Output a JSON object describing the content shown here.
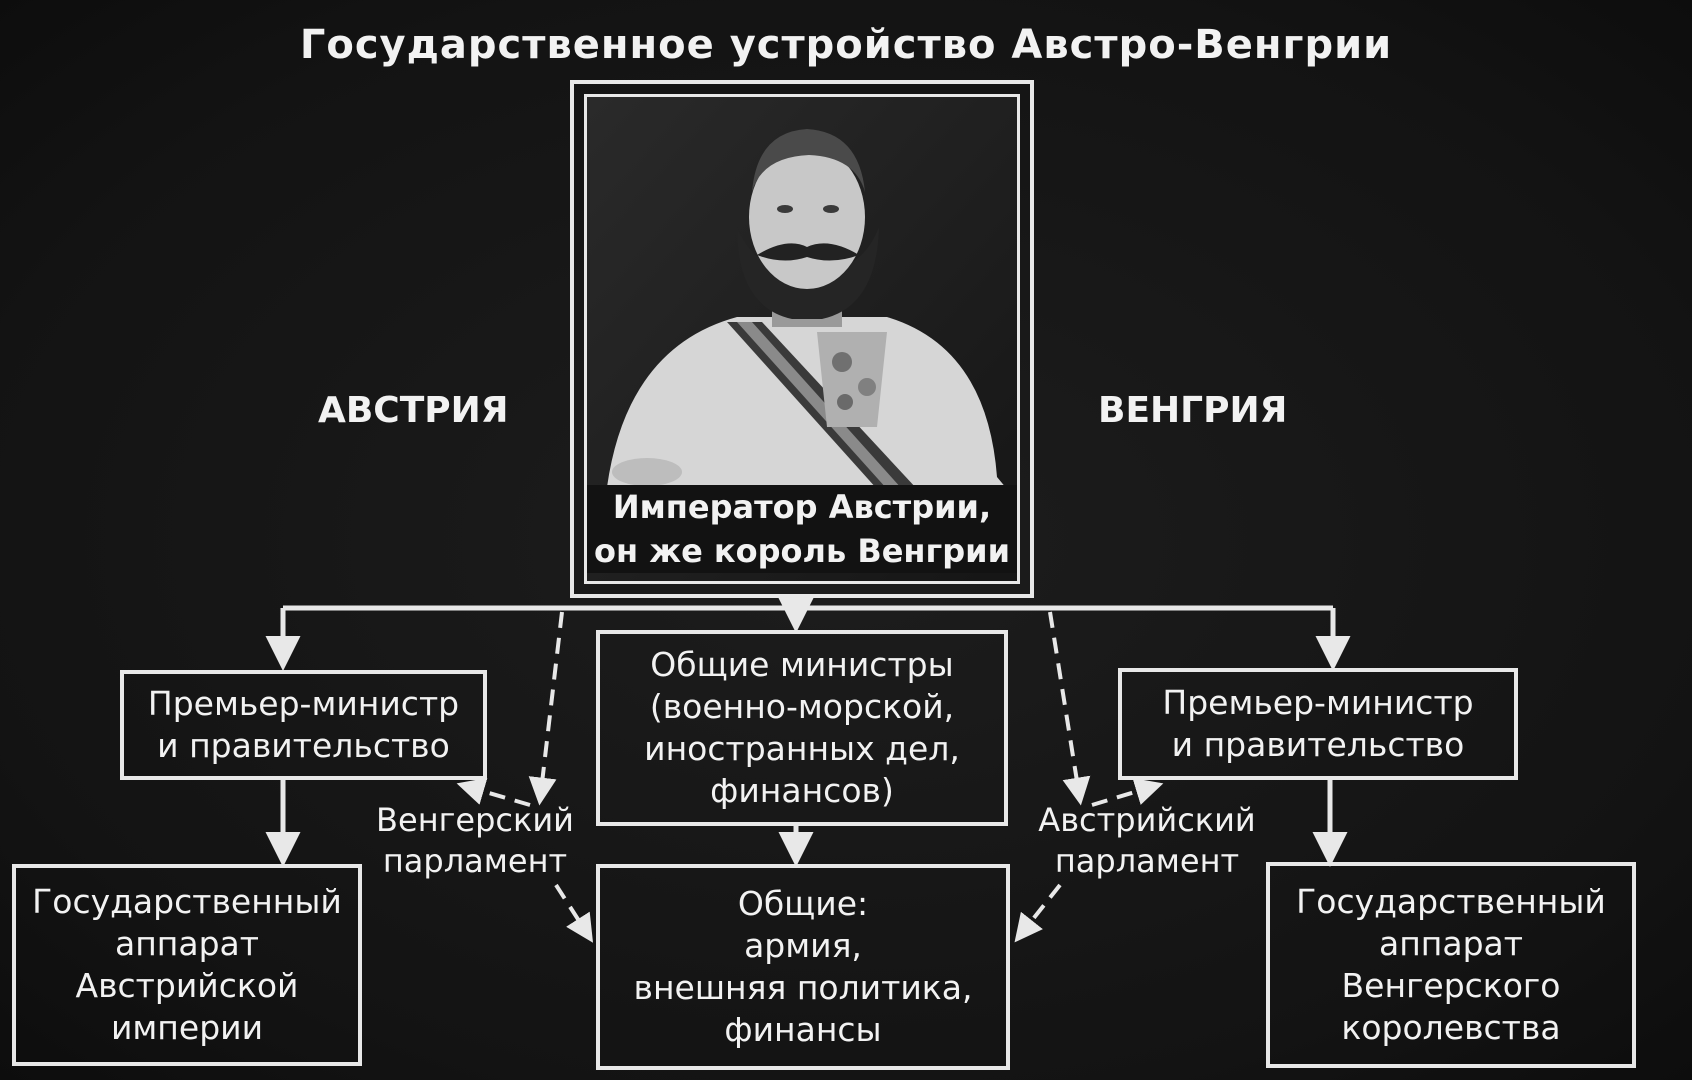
{
  "title": "Государственное устройство Австро-Венгрии",
  "labels": {
    "austria": "АВСТРИЯ",
    "hungary": "ВЕНГРИЯ"
  },
  "emperor": {
    "caption_line1": "Император Австрии,",
    "caption_line2": "он же король Венгрии"
  },
  "left_government": {
    "line1": "Премьер-министр",
    "line2": "и правительство"
  },
  "right_government": {
    "line1": "Премьер-министр",
    "line2": "и правительство"
  },
  "common_ministers": {
    "line1": "Общие министры",
    "line2": "(военно-морской,",
    "line3": "иностранных дел,",
    "line4": "финансов)"
  },
  "common_affairs": {
    "line1": "Общие:",
    "line2": "армия,",
    "line3": "внешняя политика,",
    "line4": "финансы"
  },
  "left_apparatus": {
    "line1": "Государственный",
    "line2": "аппарат",
    "line3": "Австрийской",
    "line4": "империи"
  },
  "right_apparatus": {
    "line1": "Государственный",
    "line2": "аппарат",
    "line3": "Венгерского",
    "line4": "королевства"
  },
  "hungarian_parliament": {
    "line1": "Венгерский",
    "line2": "парламент"
  },
  "austrian_parliament": {
    "line1": "Австрийский",
    "line2": "парламент"
  },
  "colors": {
    "background": "#161616",
    "line": "#e8e8e8",
    "text": "#f2f2f2"
  }
}
